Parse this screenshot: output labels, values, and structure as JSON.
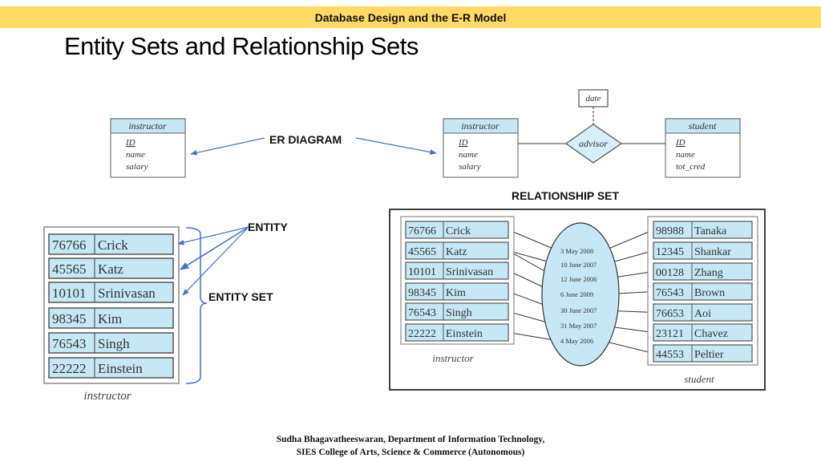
{
  "banner": {
    "text": "Database Design and the E-R Model"
  },
  "title": "Entity Sets and Relationship Sets",
  "labels": {
    "er_diagram": "ER DIAGRAM",
    "relationship_set": "RELATIONSHIP SET",
    "entity": "ENTITY",
    "entity_set": "ENTITY SET"
  },
  "colors": {
    "banner": "#ffd966",
    "entity_fill": "#c6e7f5",
    "annotation_arrow": "#4472c4"
  },
  "er_left": {
    "entity_name": "instructor",
    "attributes": [
      {
        "name": "ID",
        "key": true
      },
      {
        "name": "name",
        "key": false
      },
      {
        "name": "salary",
        "key": false
      }
    ]
  },
  "er_right": {
    "entity1": {
      "name": "instructor",
      "attributes": [
        {
          "name": "ID",
          "key": true
        },
        {
          "name": "name",
          "key": false
        },
        {
          "name": "salary",
          "key": false
        }
      ]
    },
    "relationship": "advisor",
    "relationship_attribute": "date",
    "entity2": {
      "name": "student",
      "attributes": [
        {
          "name": "ID",
          "key": true
        },
        {
          "name": "name",
          "key": false
        },
        {
          "name": "tot_cred",
          "key": false
        }
      ]
    }
  },
  "entity_set_table": {
    "caption": "instructor",
    "rows": [
      {
        "id": "76766",
        "name": "Crick"
      },
      {
        "id": "45565",
        "name": "Katz"
      },
      {
        "id": "10101",
        "name": "Srinivasan"
      },
      {
        "id": "98345",
        "name": "Kim"
      },
      {
        "id": "76543",
        "name": "Singh"
      },
      {
        "id": "22222",
        "name": "Einstein"
      }
    ]
  },
  "relationship_set": {
    "instructor_caption": "instructor",
    "student_caption": "student",
    "instructors": [
      {
        "id": "76766",
        "name": "Crick"
      },
      {
        "id": "45565",
        "name": "Katz"
      },
      {
        "id": "10101",
        "name": "Srinivasan"
      },
      {
        "id": "98345",
        "name": "Kim"
      },
      {
        "id": "76543",
        "name": "Singh"
      },
      {
        "id": "22222",
        "name": "Einstein"
      }
    ],
    "dates": [
      "3 May 2008",
      "10 June 2007",
      "12 June 2006",
      "6 June 2009",
      "30 June 2007",
      "31 May 2007",
      "4 May 2006"
    ],
    "students": [
      {
        "id": "98988",
        "name": "Tanaka"
      },
      {
        "id": "12345",
        "name": "Shankar"
      },
      {
        "id": "00128",
        "name": "Zhang"
      },
      {
        "id": "76543",
        "name": "Brown"
      },
      {
        "id": "76653",
        "name": "Aoi"
      },
      {
        "id": "23121",
        "name": "Chavez"
      },
      {
        "id": "44553",
        "name": "Peltier"
      }
    ],
    "instructor_links": [
      [
        0,
        0
      ],
      [
        1,
        1
      ],
      [
        1,
        2
      ],
      [
        2,
        3
      ],
      [
        3,
        4
      ],
      [
        4,
        5
      ],
      [
        5,
        6
      ]
    ],
    "student_links": [
      [
        0,
        0
      ],
      [
        1,
        1
      ],
      [
        2,
        2
      ],
      [
        3,
        3
      ],
      [
        4,
        4
      ],
      [
        5,
        5
      ],
      [
        6,
        6
      ]
    ]
  },
  "footer": {
    "line1": "Sudha Bhagavatheeswaran, Department of Information Technology,",
    "line2": "SIES College of Arts, Science & Commerce (Autonomous)"
  }
}
